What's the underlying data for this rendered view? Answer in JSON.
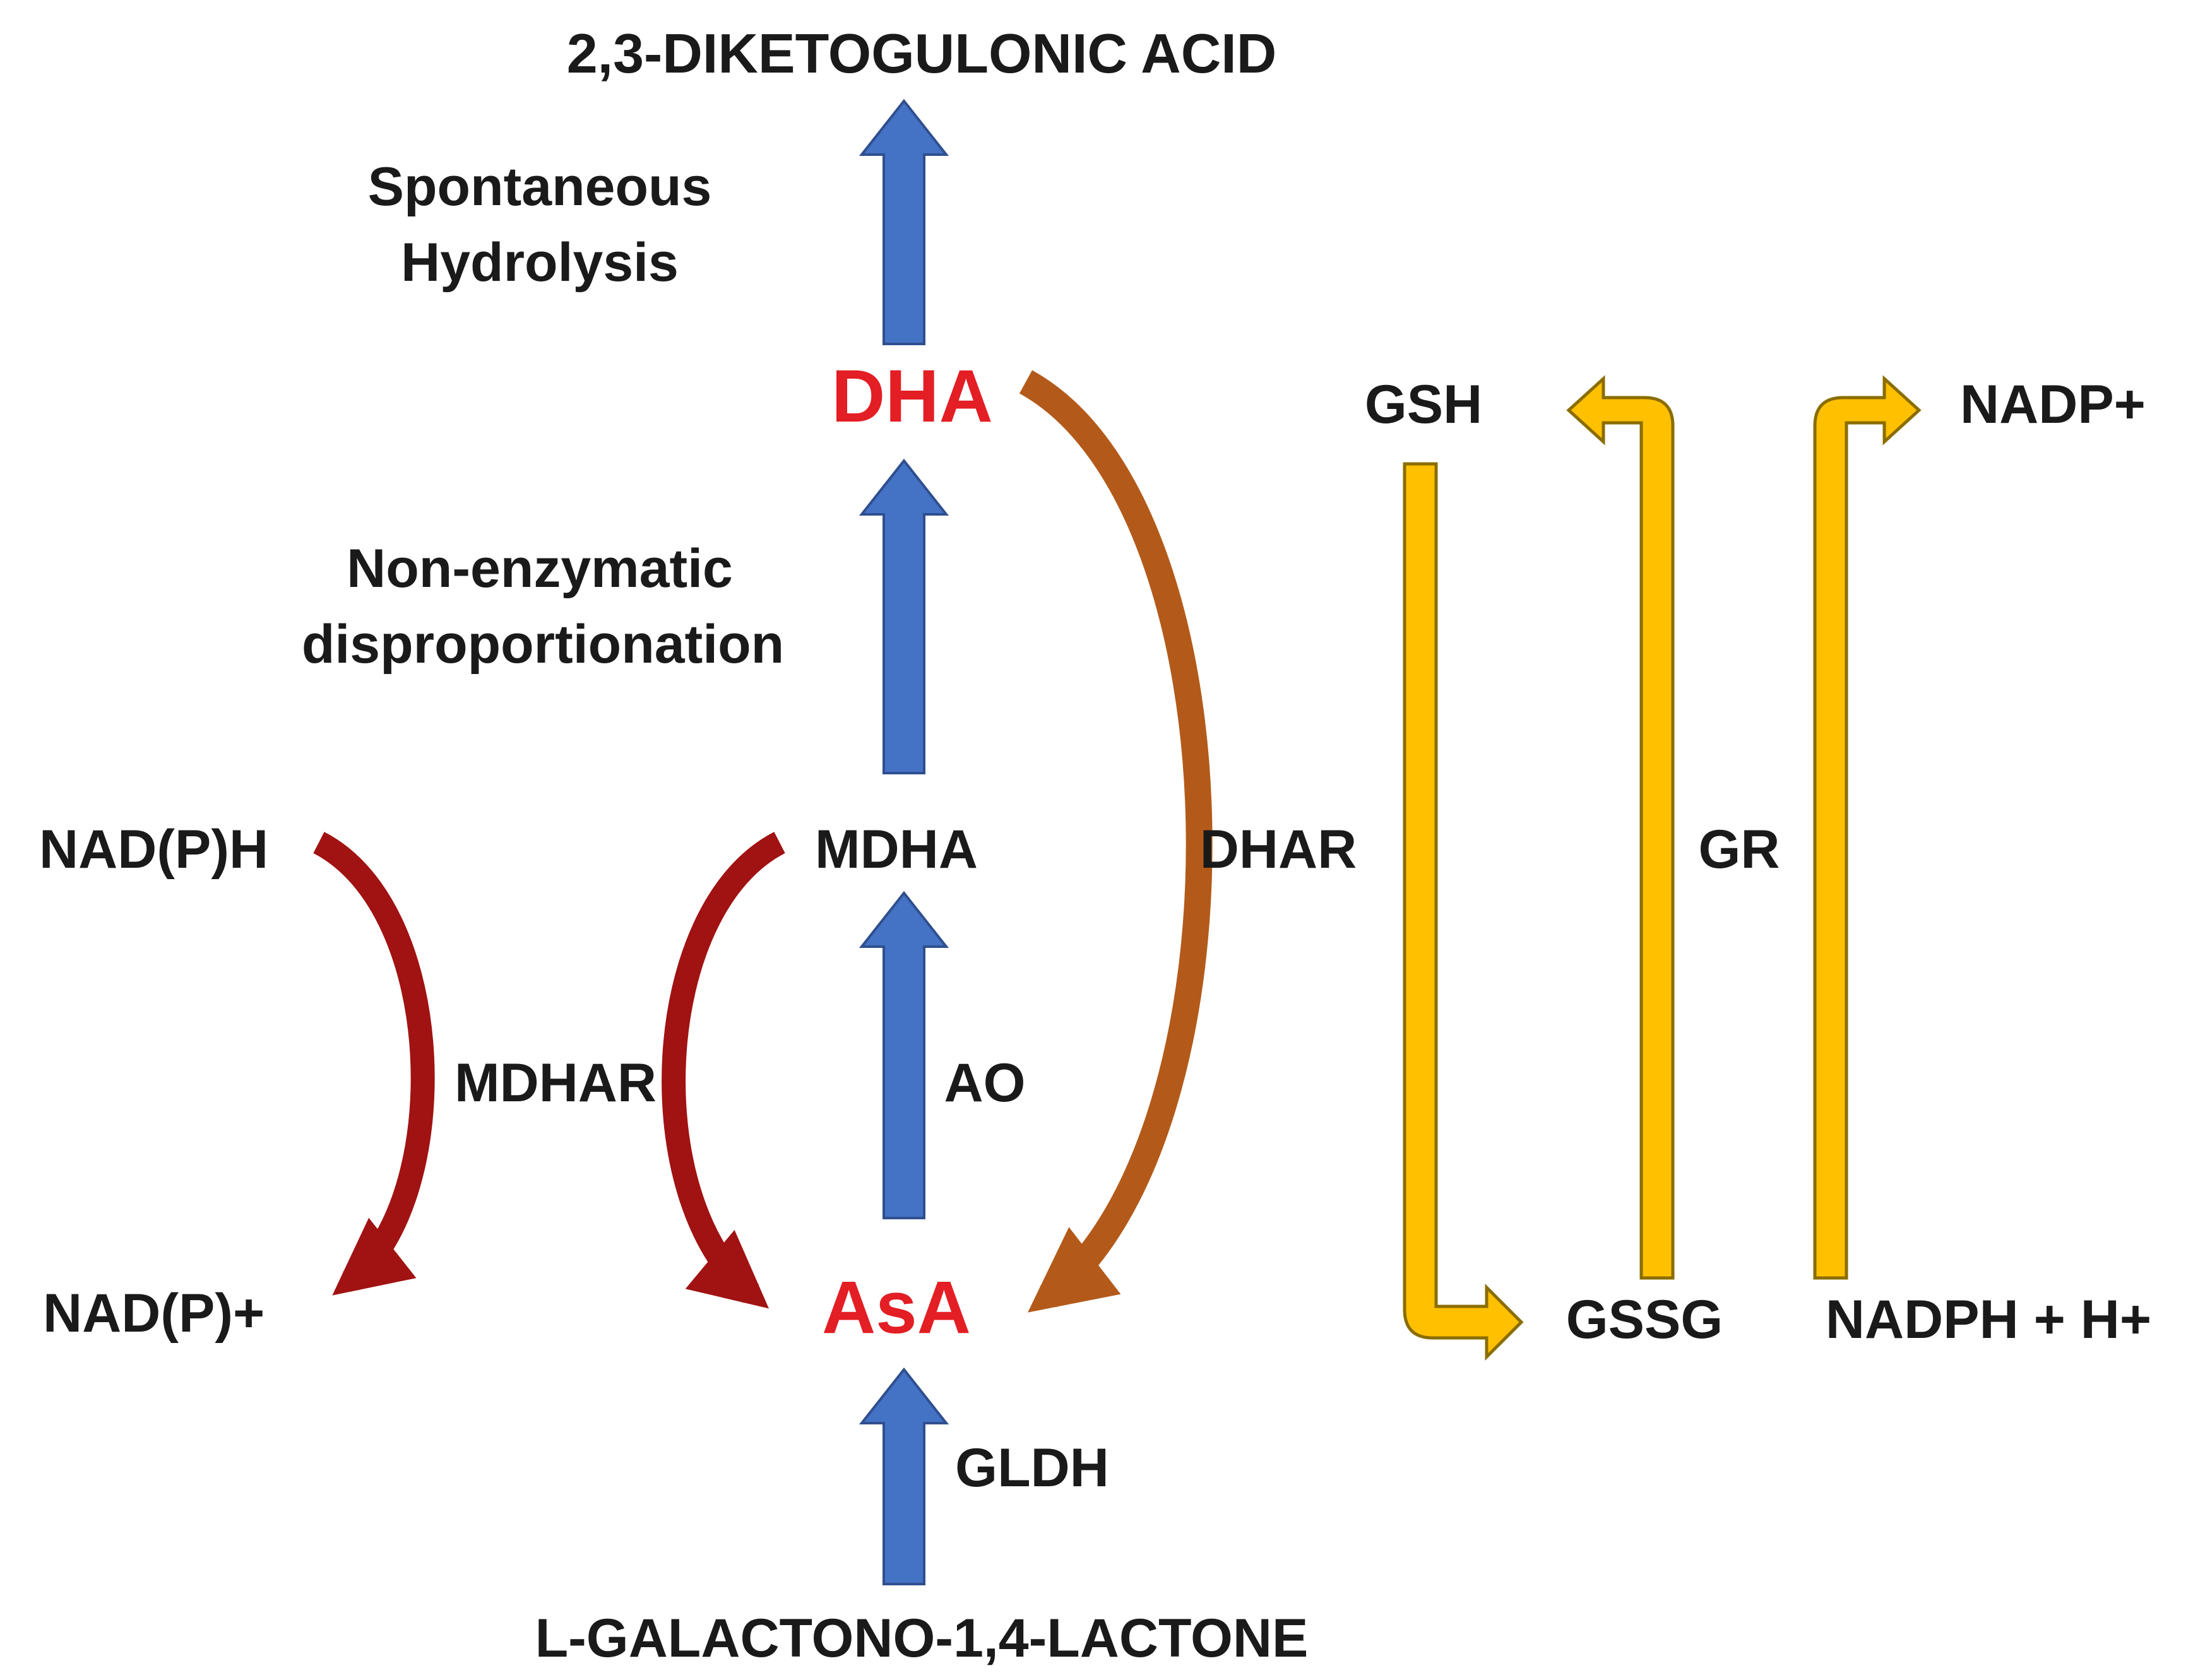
{
  "labels": {
    "diketogulonic": "2,3-DIKETOGULONIC ACID",
    "spontaneous_1": "Spontaneous",
    "spontaneous_2": "Hydrolysis",
    "dha": "DHA",
    "nonenzymatic_1": "Non-enzymatic",
    "nonenzymatic_2": "disproportionation",
    "nadph_left": "NAD(P)H",
    "mdha": "MDHA",
    "dhar": "DHAR",
    "mdhar": "MDHAR",
    "ao": "AO",
    "nadp_left": "NAD(P)+",
    "asa": "AsA",
    "gldh": "GLDH",
    "lactone": "L-GALACTONO-1,4-LACTONE",
    "gsh": "GSH",
    "gr": "GR",
    "nadp_right": "NADP+",
    "gssg": "GSSG",
    "nadph_h": "NADPH + H+"
  },
  "colors": {
    "text": "#1a1a1a",
    "highlight": "#e31e24",
    "blue_arrow": "#4472c4",
    "dark_red_arrow": "#a11212",
    "brown_arrow": "#b35a1a",
    "yellow_arrow": "#ffc000",
    "yellow_outline": "#8a6d00"
  }
}
